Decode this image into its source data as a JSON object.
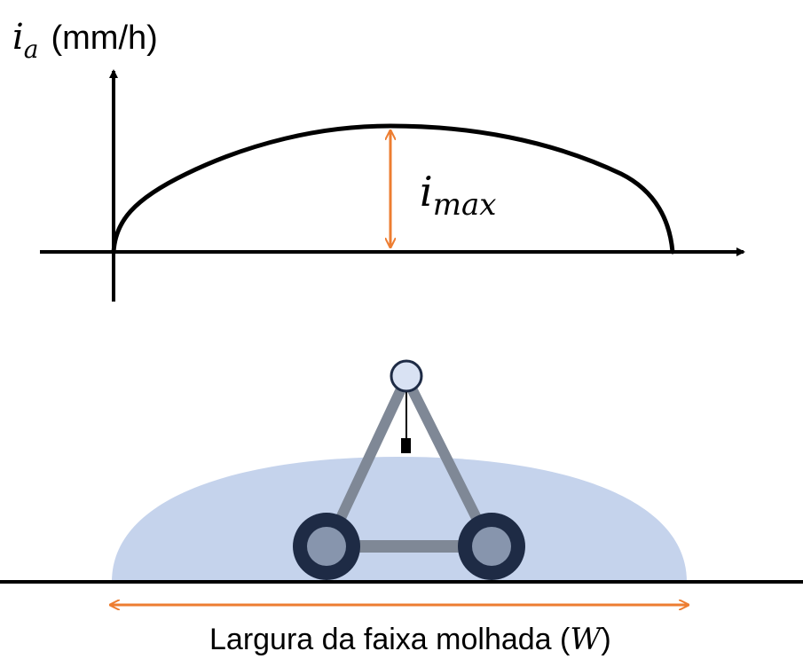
{
  "graph": {
    "y_axis_symbol": "i",
    "y_axis_subscript": "a",
    "y_axis_unit": "(mm/h)",
    "peak_symbol": "i",
    "peak_subscript": "max"
  },
  "width_caption": {
    "text": "Largura da faixa molhada (",
    "symbol": "W",
    "close": ")"
  },
  "colors": {
    "curve": "#000000",
    "peak_arrow": "#ed7d31",
    "width_arrow": "#ed7d31",
    "wetted_area": "#c5d3ec",
    "frame": "#7f8896",
    "wheel_outer": "#1e2b45",
    "wheel_inner": "#8795ad",
    "sprinkler_head": "#d9e2f3"
  }
}
